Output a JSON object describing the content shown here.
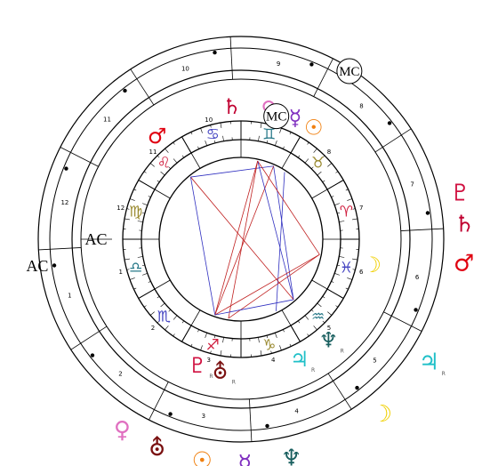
{
  "chart": {
    "angles": {
      "labels": {
        "ac": "AC",
        "mc": "MC"
      },
      "inner": {
        "ac_lon": 180,
        "mc_lon": 74
      },
      "outer": {
        "ac_lon": 3,
        "mc_lon": 250
      }
    },
    "colors": {
      "venus": "#e070c0",
      "uranus": "#7a1010",
      "sun": "#f08010",
      "mercury": "#8030c0",
      "neptune": "#1a6060",
      "moon": "#f0d000",
      "saturn": "#c00030",
      "mars": "#e00010",
      "pluto": "#d01040",
      "jupiter": "#20c0c8",
      "fire": "#d02040",
      "earth": "#9a8a30",
      "air": "#2a7a8a",
      "water": "#4040c0",
      "aspect_red": "#c02020",
      "aspect_blue": "#3030c0",
      "aspect_green": "#30a030"
    },
    "icons": {
      "planet_glyphs": [
        "venus-icon",
        "uranus-icon",
        "sun-icon",
        "mercury-icon",
        "neptune-icon",
        "moon-icon",
        "saturn-icon",
        "mars-icon",
        "pluto-icon",
        "jupiter-icon"
      ],
      "sign_glyphs": [
        "aries-icon",
        "taurus-icon",
        "gemini-icon",
        "cancer-icon",
        "leo-icon",
        "virgo-icon",
        "libra-icon",
        "scorpio-icon",
        "sagittarius-icon",
        "capricorn-icon",
        "aquarius-icon",
        "pisces-icon"
      ]
    },
    "signs": [
      "♈",
      "♉",
      "♊",
      "♋",
      "♌",
      "♍",
      "♎",
      "♏",
      "♐",
      "♑",
      "♒",
      "♓"
    ],
    "inner_houses": [
      "1",
      "2",
      "3",
      "4",
      "5",
      "6",
      "7",
      "8",
      "9",
      "10",
      "11",
      "12"
    ],
    "outer_houses": [
      "1",
      "2",
      "3",
      "4",
      "5",
      "6",
      "7",
      "8",
      "9",
      "10",
      "11",
      "12"
    ],
    "inner_planets": [
      {
        "glyph": "☿",
        "planet": "mercury",
        "lon": 66,
        "retro": ""
      },
      {
        "glyph": "☉",
        "planet": "sun",
        "lon": 57,
        "retro": ""
      },
      {
        "glyph": "♀",
        "planet": "venus",
        "lon": 78,
        "retro": ""
      },
      {
        "glyph": "♄",
        "planet": "saturn",
        "lon": 94,
        "retro": ""
      },
      {
        "glyph": "♂",
        "planet": "mars",
        "lon": 129,
        "retro": ""
      },
      {
        "glyph": "☽",
        "planet": "moon",
        "lon": 349,
        "retro": ""
      },
      {
        "glyph": "♆",
        "planet": "neptune",
        "lon": 311,
        "retro": "R"
      },
      {
        "glyph": "♃",
        "planet": "jupiter",
        "lon": 296,
        "retro": "R"
      },
      {
        "glyph": "⛢",
        "planet": "uranus",
        "lon": 261,
        "retro": "R"
      },
      {
        "glyph": "♇",
        "planet": "pluto",
        "lon": 251,
        "retro": "R"
      }
    ],
    "outer_planets": [
      {
        "glyph": "♀",
        "planet": "venus",
        "lon": 238,
        "retro": ""
      },
      {
        "glyph": "⛢",
        "planet": "uranus",
        "lon": 248,
        "retro": ""
      },
      {
        "glyph": "☉",
        "planet": "sun",
        "lon": 260,
        "retro": ""
      },
      {
        "glyph": "☿",
        "planet": "mercury",
        "lon": 271,
        "retro": "R"
      },
      {
        "glyph": "♆",
        "planet": "neptune",
        "lon": 283,
        "retro": ""
      },
      {
        "glyph": "☽",
        "planet": "moon",
        "lon": 309,
        "retro": ""
      },
      {
        "glyph": "♇",
        "planet": "pluto",
        "lon": 12,
        "retro": ""
      },
      {
        "glyph": "♄",
        "planet": "saturn",
        "lon": 4,
        "retro": ""
      },
      {
        "glyph": "♂",
        "planet": "mars",
        "lon": 354,
        "retro": ""
      },
      {
        "glyph": "♃",
        "planet": "jupiter",
        "lon": 327,
        "retro": "R"
      }
    ]
  }
}
